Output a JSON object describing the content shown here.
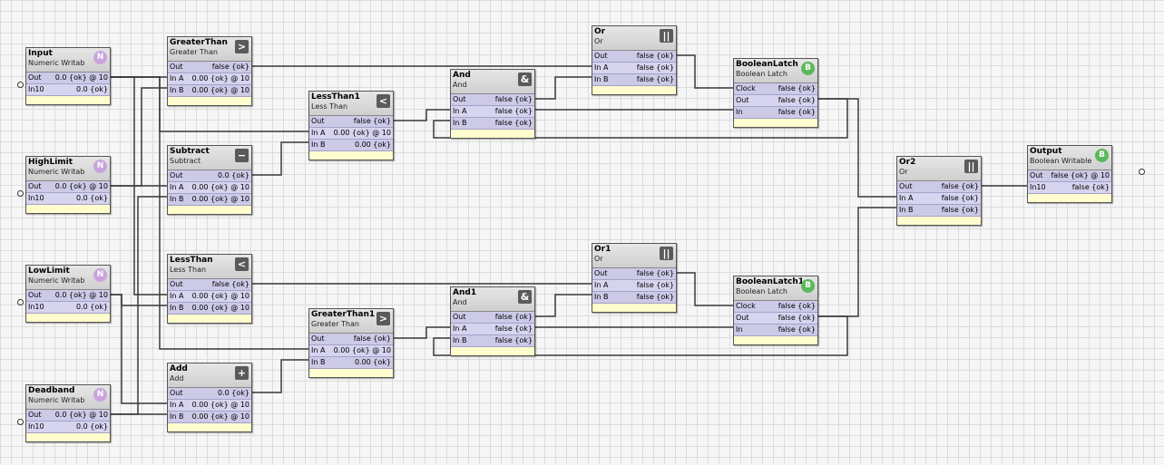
{
  "colors": {
    "canvas": "#f6f6f6",
    "grid": "#dcdcdc",
    "block_fill": "#fffccd",
    "slot_fill": "#cccae7",
    "header_fill": "#d6d6d6",
    "numeric_badge": "#c9a4dc",
    "boolean_badge": "#5cb85c",
    "wire": "#3a3a3a"
  },
  "blocks": [
    {
      "id": "input",
      "name": "Input",
      "type": "Numeric Writab",
      "icon": "numeric-badge-icon",
      "icon_glyph": "N",
      "slots": [
        {
          "name": "Out",
          "value": "0.0 {ok} @ 10"
        },
        {
          "name": "In10",
          "value": "0.0 {ok}"
        }
      ]
    },
    {
      "id": "highlimit",
      "name": "HighLimit",
      "type": "Numeric Writab",
      "icon": "numeric-badge-icon",
      "icon_glyph": "N",
      "slots": [
        {
          "name": "Out",
          "value": "0.0 {ok} @ 10"
        },
        {
          "name": "In10",
          "value": "0.0 {ok}"
        }
      ]
    },
    {
      "id": "lowlimit",
      "name": "LowLimit",
      "type": "Numeric Writab",
      "icon": "numeric-badge-icon",
      "icon_glyph": "N",
      "slots": [
        {
          "name": "Out",
          "value": "0.0 {ok} @ 10"
        },
        {
          "name": "In10",
          "value": "0.0 {ok}"
        }
      ]
    },
    {
      "id": "deadband",
      "name": "Deadband",
      "type": "Numeric Writab",
      "icon": "numeric-badge-icon",
      "icon_glyph": "N",
      "slots": [
        {
          "name": "Out",
          "value": "0.0 {ok} @ 10"
        },
        {
          "name": "In10",
          "value": "0.0 {ok}"
        }
      ]
    },
    {
      "id": "greaterthan",
      "name": "GreaterThan",
      "type": "Greater Than",
      "icon": "greater-than-icon",
      "icon_glyph": ">",
      "slots": [
        {
          "name": "Out",
          "value": "false {ok}"
        },
        {
          "name": "In A",
          "value": "0.00 {ok} @ 10"
        },
        {
          "name": "In B",
          "value": "0.00 {ok} @ 10"
        }
      ]
    },
    {
      "id": "subtract",
      "name": "Subtract",
      "type": "Subtract",
      "icon": "minus-icon",
      "icon_glyph": "−",
      "slots": [
        {
          "name": "Out",
          "value": "0.0 {ok}"
        },
        {
          "name": "In A",
          "value": "0.00 {ok} @ 10"
        },
        {
          "name": "In B",
          "value": "0.00 {ok} @ 10"
        }
      ]
    },
    {
      "id": "lessthan",
      "name": "LessThan",
      "type": "Less Than",
      "icon": "less-than-icon",
      "icon_glyph": "<",
      "slots": [
        {
          "name": "Out",
          "value": "false {ok}"
        },
        {
          "name": "In A",
          "value": "0.00 {ok} @ 10"
        },
        {
          "name": "In B",
          "value": "0.00 {ok} @ 10"
        }
      ]
    },
    {
      "id": "add",
      "name": "Add",
      "type": "Add",
      "icon": "plus-icon",
      "icon_glyph": "+",
      "slots": [
        {
          "name": "Out",
          "value": "0.0 {ok}"
        },
        {
          "name": "In A",
          "value": "0.00 {ok} @ 10"
        },
        {
          "name": "In B",
          "value": "0.00 {ok} @ 10"
        }
      ]
    },
    {
      "id": "lessthan1",
      "name": "LessThan1",
      "type": "Less Than",
      "icon": "less-than-icon",
      "icon_glyph": "<",
      "slots": [
        {
          "name": "Out",
          "value": "false {ok}"
        },
        {
          "name": "In A",
          "value": "0.00 {ok} @ 10"
        },
        {
          "name": "In B",
          "value": "0.00 {ok}"
        }
      ]
    },
    {
      "id": "greaterthan1",
      "name": "GreaterThan1",
      "type": "Greater Than",
      "icon": "greater-than-icon",
      "icon_glyph": ">",
      "slots": [
        {
          "name": "Out",
          "value": "false {ok}"
        },
        {
          "name": "In A",
          "value": "0.00 {ok} @ 10"
        },
        {
          "name": "In B",
          "value": "0.00 {ok}"
        }
      ]
    },
    {
      "id": "and",
      "name": "And",
      "type": "And",
      "icon": "ampersand-icon",
      "icon_glyph": "&",
      "slots": [
        {
          "name": "Out",
          "value": "false {ok}"
        },
        {
          "name": "In A",
          "value": "false {ok}"
        },
        {
          "name": "In B",
          "value": "false {ok}"
        }
      ]
    },
    {
      "id": "and1",
      "name": "And1",
      "type": "And",
      "icon": "ampersand-icon",
      "icon_glyph": "&",
      "slots": [
        {
          "name": "Out",
          "value": "false {ok}"
        },
        {
          "name": "In A",
          "value": "false {ok}"
        },
        {
          "name": "In B",
          "value": "false {ok}"
        }
      ]
    },
    {
      "id": "or",
      "name": "Or",
      "type": "Or",
      "icon": "or-gate-icon",
      "icon_glyph": "||",
      "slots": [
        {
          "name": "Out",
          "value": "false {ok}"
        },
        {
          "name": "In A",
          "value": "false {ok}"
        },
        {
          "name": "In B",
          "value": "false {ok}"
        }
      ]
    },
    {
      "id": "or1",
      "name": "Or1",
      "type": "Or",
      "icon": "or-gate-icon",
      "icon_glyph": "||",
      "slots": [
        {
          "name": "Out",
          "value": "false {ok}"
        },
        {
          "name": "In A",
          "value": "false {ok}"
        },
        {
          "name": "In B",
          "value": "false {ok}"
        }
      ]
    },
    {
      "id": "booleanlatch",
      "name": "BooleanLatch",
      "type": "Boolean Latch",
      "icon": "boolean-badge-icon",
      "icon_glyph": "B",
      "slots": [
        {
          "name": "Clock",
          "value": "false {ok}"
        },
        {
          "name": "Out",
          "value": "false {ok}"
        },
        {
          "name": "In",
          "value": "false {ok}"
        }
      ]
    },
    {
      "id": "booleanlatch1",
      "name": "BooleanLatch1",
      "type": "Boolean Latch",
      "icon": "boolean-badge-icon",
      "icon_glyph": "B",
      "slots": [
        {
          "name": "Clock",
          "value": "false {ok}"
        },
        {
          "name": "Out",
          "value": "false {ok}"
        },
        {
          "name": "In",
          "value": "false {ok}"
        }
      ]
    },
    {
      "id": "or2",
      "name": "Or2",
      "type": "Or",
      "icon": "or-gate-icon",
      "icon_glyph": "||",
      "slots": [
        {
          "name": "Out",
          "value": "false {ok}"
        },
        {
          "name": "In A",
          "value": "false {ok}"
        },
        {
          "name": "In B",
          "value": "false {ok}"
        }
      ]
    },
    {
      "id": "output",
      "name": "Output",
      "type": "Boolean Writable",
      "icon": "boolean-badge-icon",
      "icon_glyph": "B",
      "slots": [
        {
          "name": "Out",
          "value": "false {ok} @ 10"
        },
        {
          "name": "In10",
          "value": "false {ok}"
        }
      ]
    }
  ]
}
